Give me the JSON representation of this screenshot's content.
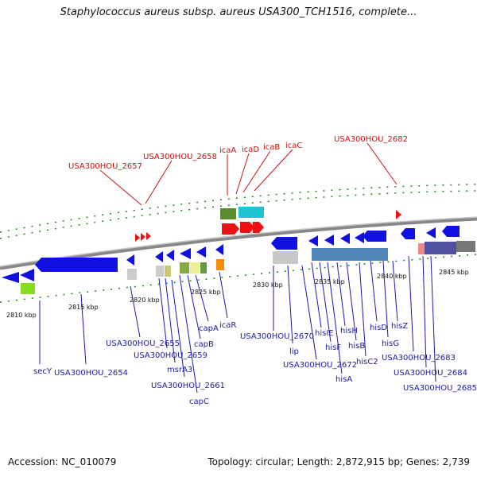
{
  "title": "Staphylococcus aureus subsp. aureus USA300_TCH1516, complete...",
  "footer": {
    "accession": "Accession: NC_010079",
    "summary": "Topology: circular; Length: 2,872,915 bp; Genes: 2,739"
  },
  "ticks": [
    "2810 kbp",
    "2815 kbp",
    "2820 kbp",
    "2825 kbp",
    "2830 kbp",
    "2835 kbp",
    "2840 kbp",
    "2845 kbp"
  ],
  "top_labels": [
    "USA300HOU_2657",
    "USA300HOU_2658",
    "icaA",
    "icaD",
    "icaB",
    "icaC",
    "USA300HOU_2682"
  ],
  "bottom_labels": [
    "secY",
    "USA300HOU_2654",
    "USA300HOU_2655",
    "USA300HOU_2659",
    "msrA3",
    "USA300HOU_2661",
    "capC",
    "capB",
    "capA",
    "icaR",
    "USA300HOU_2670",
    "lip",
    "USA300HOU_2672",
    "hisIE",
    "hisF",
    "hisA",
    "hisH",
    "hisB",
    "hisC2",
    "hisD",
    "hisG",
    "hisZ",
    "USA300HOU_2683",
    "USA300HOU_2684",
    "USA300HOU_2685"
  ],
  "colors": {
    "forward_label": "#cc1111",
    "reverse_label": "#1a1aa8",
    "gene_blue": "#1010e0",
    "gene_red": "#ee1111",
    "axis": "#888888",
    "tick": "#1a8a1a"
  }
}
